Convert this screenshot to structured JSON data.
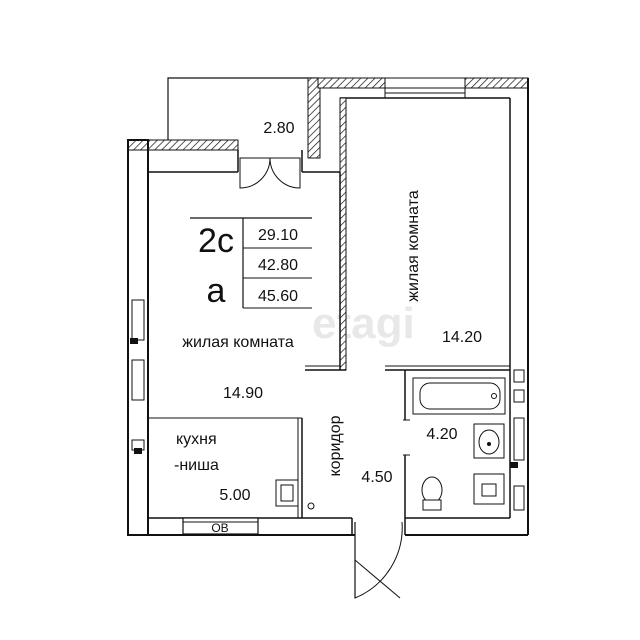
{
  "plan": {
    "apartment_code": "2с",
    "apartment_letter": "а",
    "areas": {
      "living": "29.10",
      "total": "42.80",
      "with_balcony": "45.60"
    },
    "rooms": {
      "balcony": {
        "area": "2.80"
      },
      "living_left": {
        "name": "жилая комната",
        "area": "14.90"
      },
      "living_right": {
        "name": "жилая комната",
        "area": "14.20"
      },
      "kitchen": {
        "name_line1": "кухня",
        "name_line2": "-ниша",
        "area": "5.00"
      },
      "corridor": {
        "name": "коридор",
        "area": "4.50"
      },
      "bathroom": {
        "area": "4.20"
      }
    },
    "vent_label": "ОВ",
    "watermark": "etagi"
  }
}
